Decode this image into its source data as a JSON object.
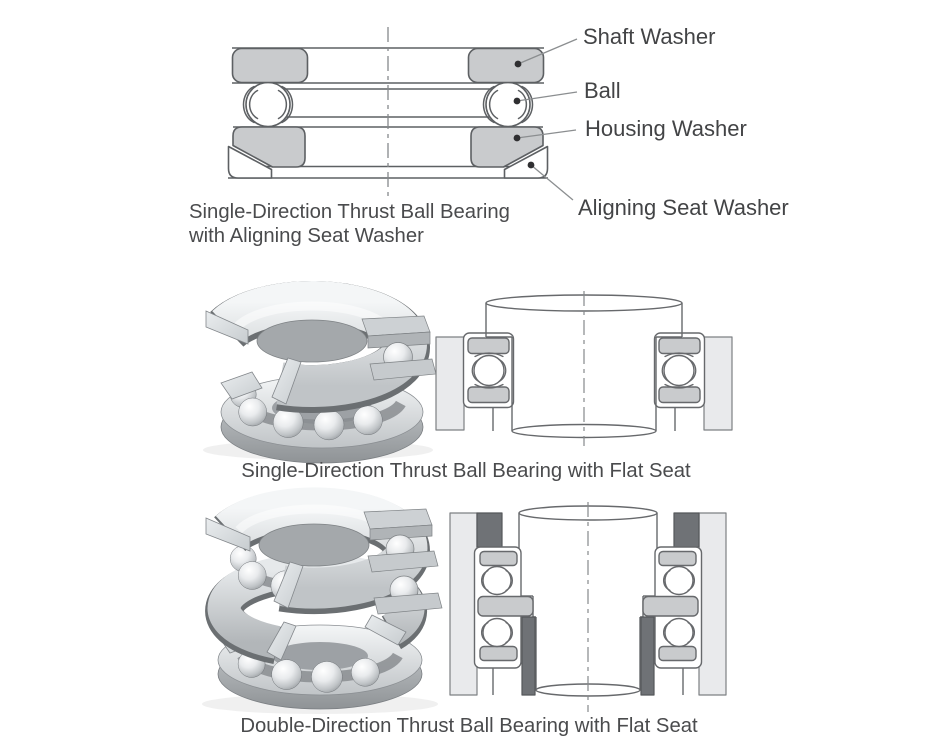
{
  "page": {
    "background": "#ffffff"
  },
  "colors": {
    "line": "#5d6063",
    "washer_fill": "#c9cbcd",
    "housing_fill": "#e9eaec",
    "sleeve_fill": "#6f7276",
    "label_text": "#434446",
    "caption_text": "#4a4b4d"
  },
  "figures": {
    "aligning": {
      "caption_line1": "Single-Direction Thrust Ball Bearing",
      "caption_line2": "with Aligning Seat Washer",
      "labels": [
        {
          "id": "shaft-washer",
          "text": "Shaft Washer"
        },
        {
          "id": "ball",
          "text": "Ball"
        },
        {
          "id": "housing-washer",
          "text": "Housing Washer"
        },
        {
          "id": "aligning-seat-washer",
          "text": "Aligning Seat Washer"
        }
      ]
    },
    "single_flat": {
      "caption": "Single-Direction Thrust Ball Bearing with Flat Seat"
    },
    "double_flat": {
      "caption": "Double-Direction Thrust Ball Bearing with Flat Seat"
    }
  }
}
